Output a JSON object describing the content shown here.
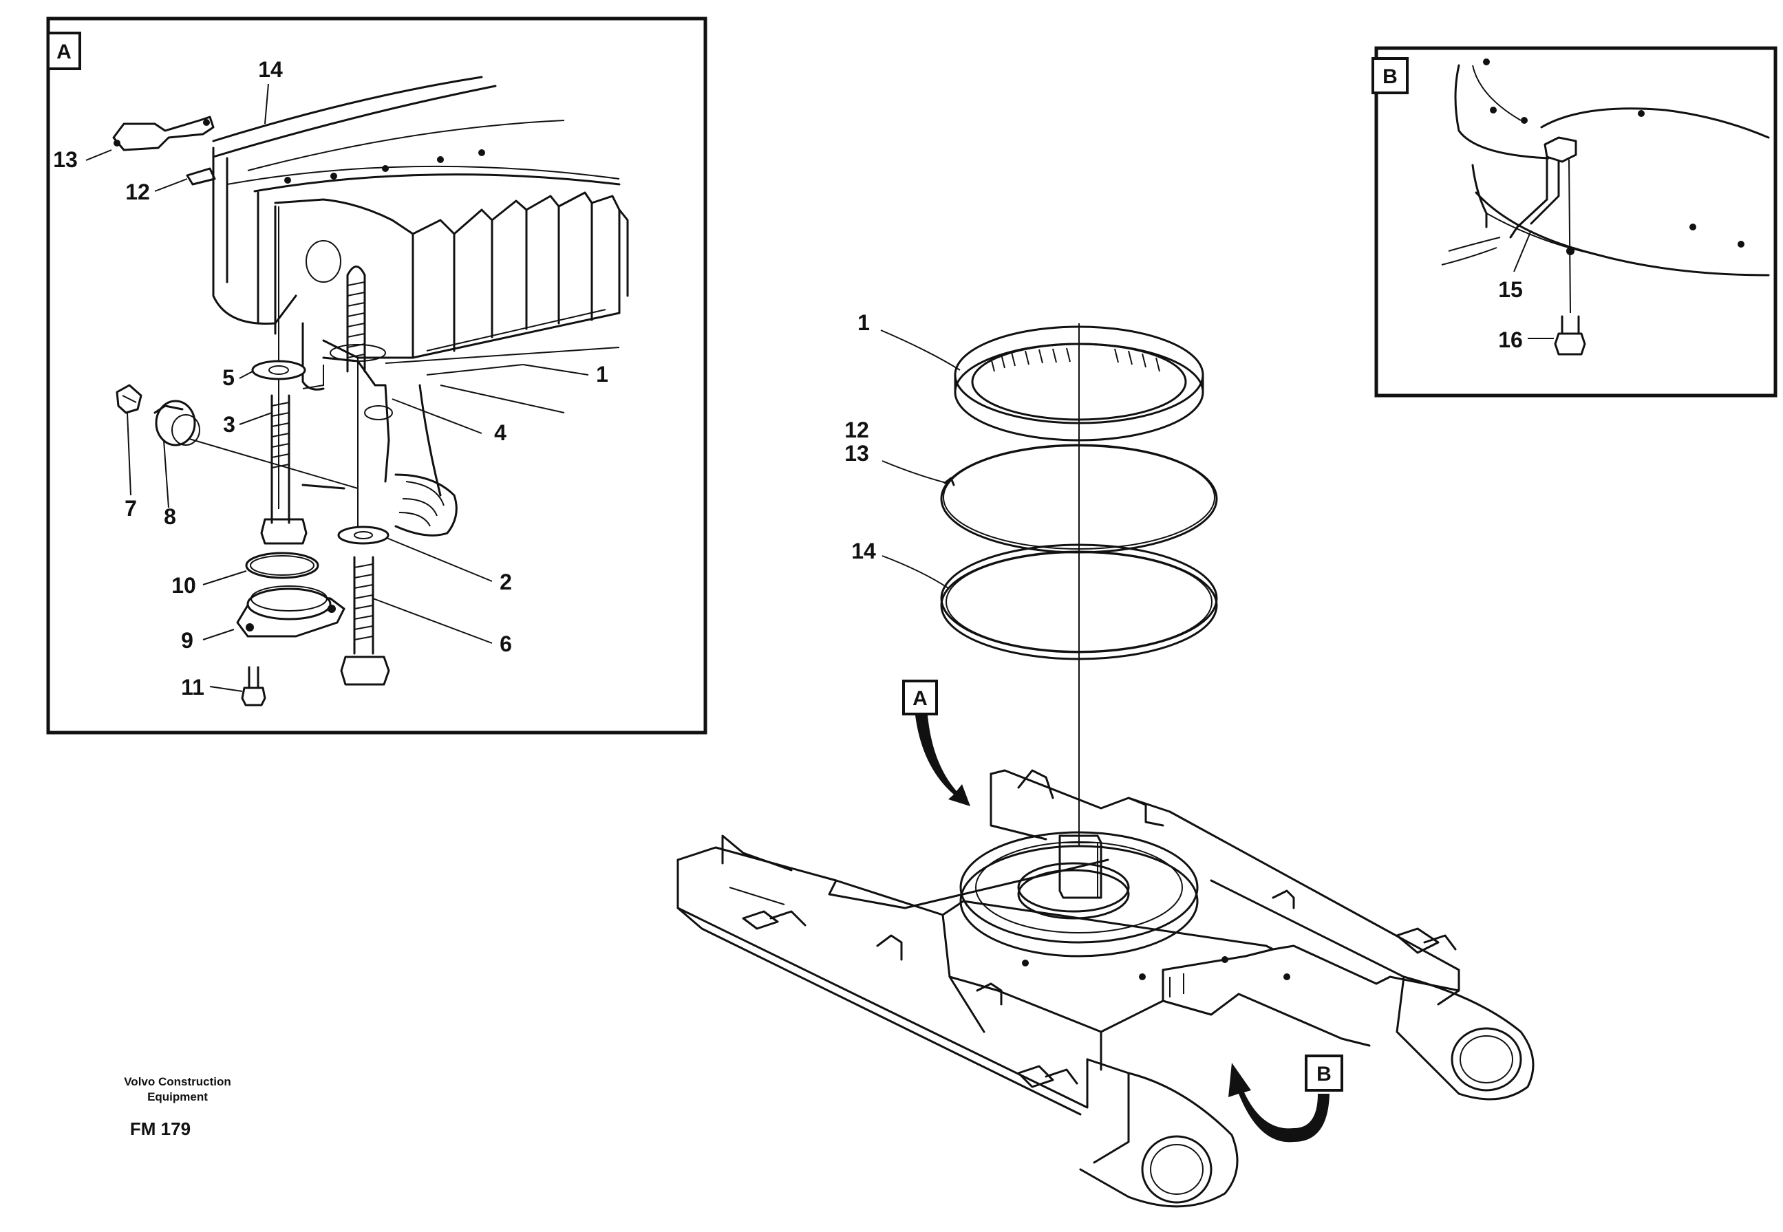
{
  "detail_a": {
    "letter": "A",
    "callouts": {
      "c14": "14",
      "c13": "13",
      "c12": "12",
      "c1": "1",
      "c5": "5",
      "c3": "3",
      "c4": "4",
      "c7": "7",
      "c8": "8",
      "c10": "10",
      "c2": "2",
      "c9": "9",
      "c6": "6",
      "c11": "11"
    }
  },
  "detail_b": {
    "letter": "B",
    "callouts": {
      "c15": "15",
      "c16": "16"
    }
  },
  "main": {
    "callouts": {
      "c1": "1",
      "c12": "12",
      "c13": "13",
      "c14": "14"
    },
    "ref_a": "A",
    "ref_b": "B"
  },
  "caption": {
    "company_line1": "Volvo Construction",
    "company_line2": "Equipment",
    "figure_code": "FM 179"
  }
}
